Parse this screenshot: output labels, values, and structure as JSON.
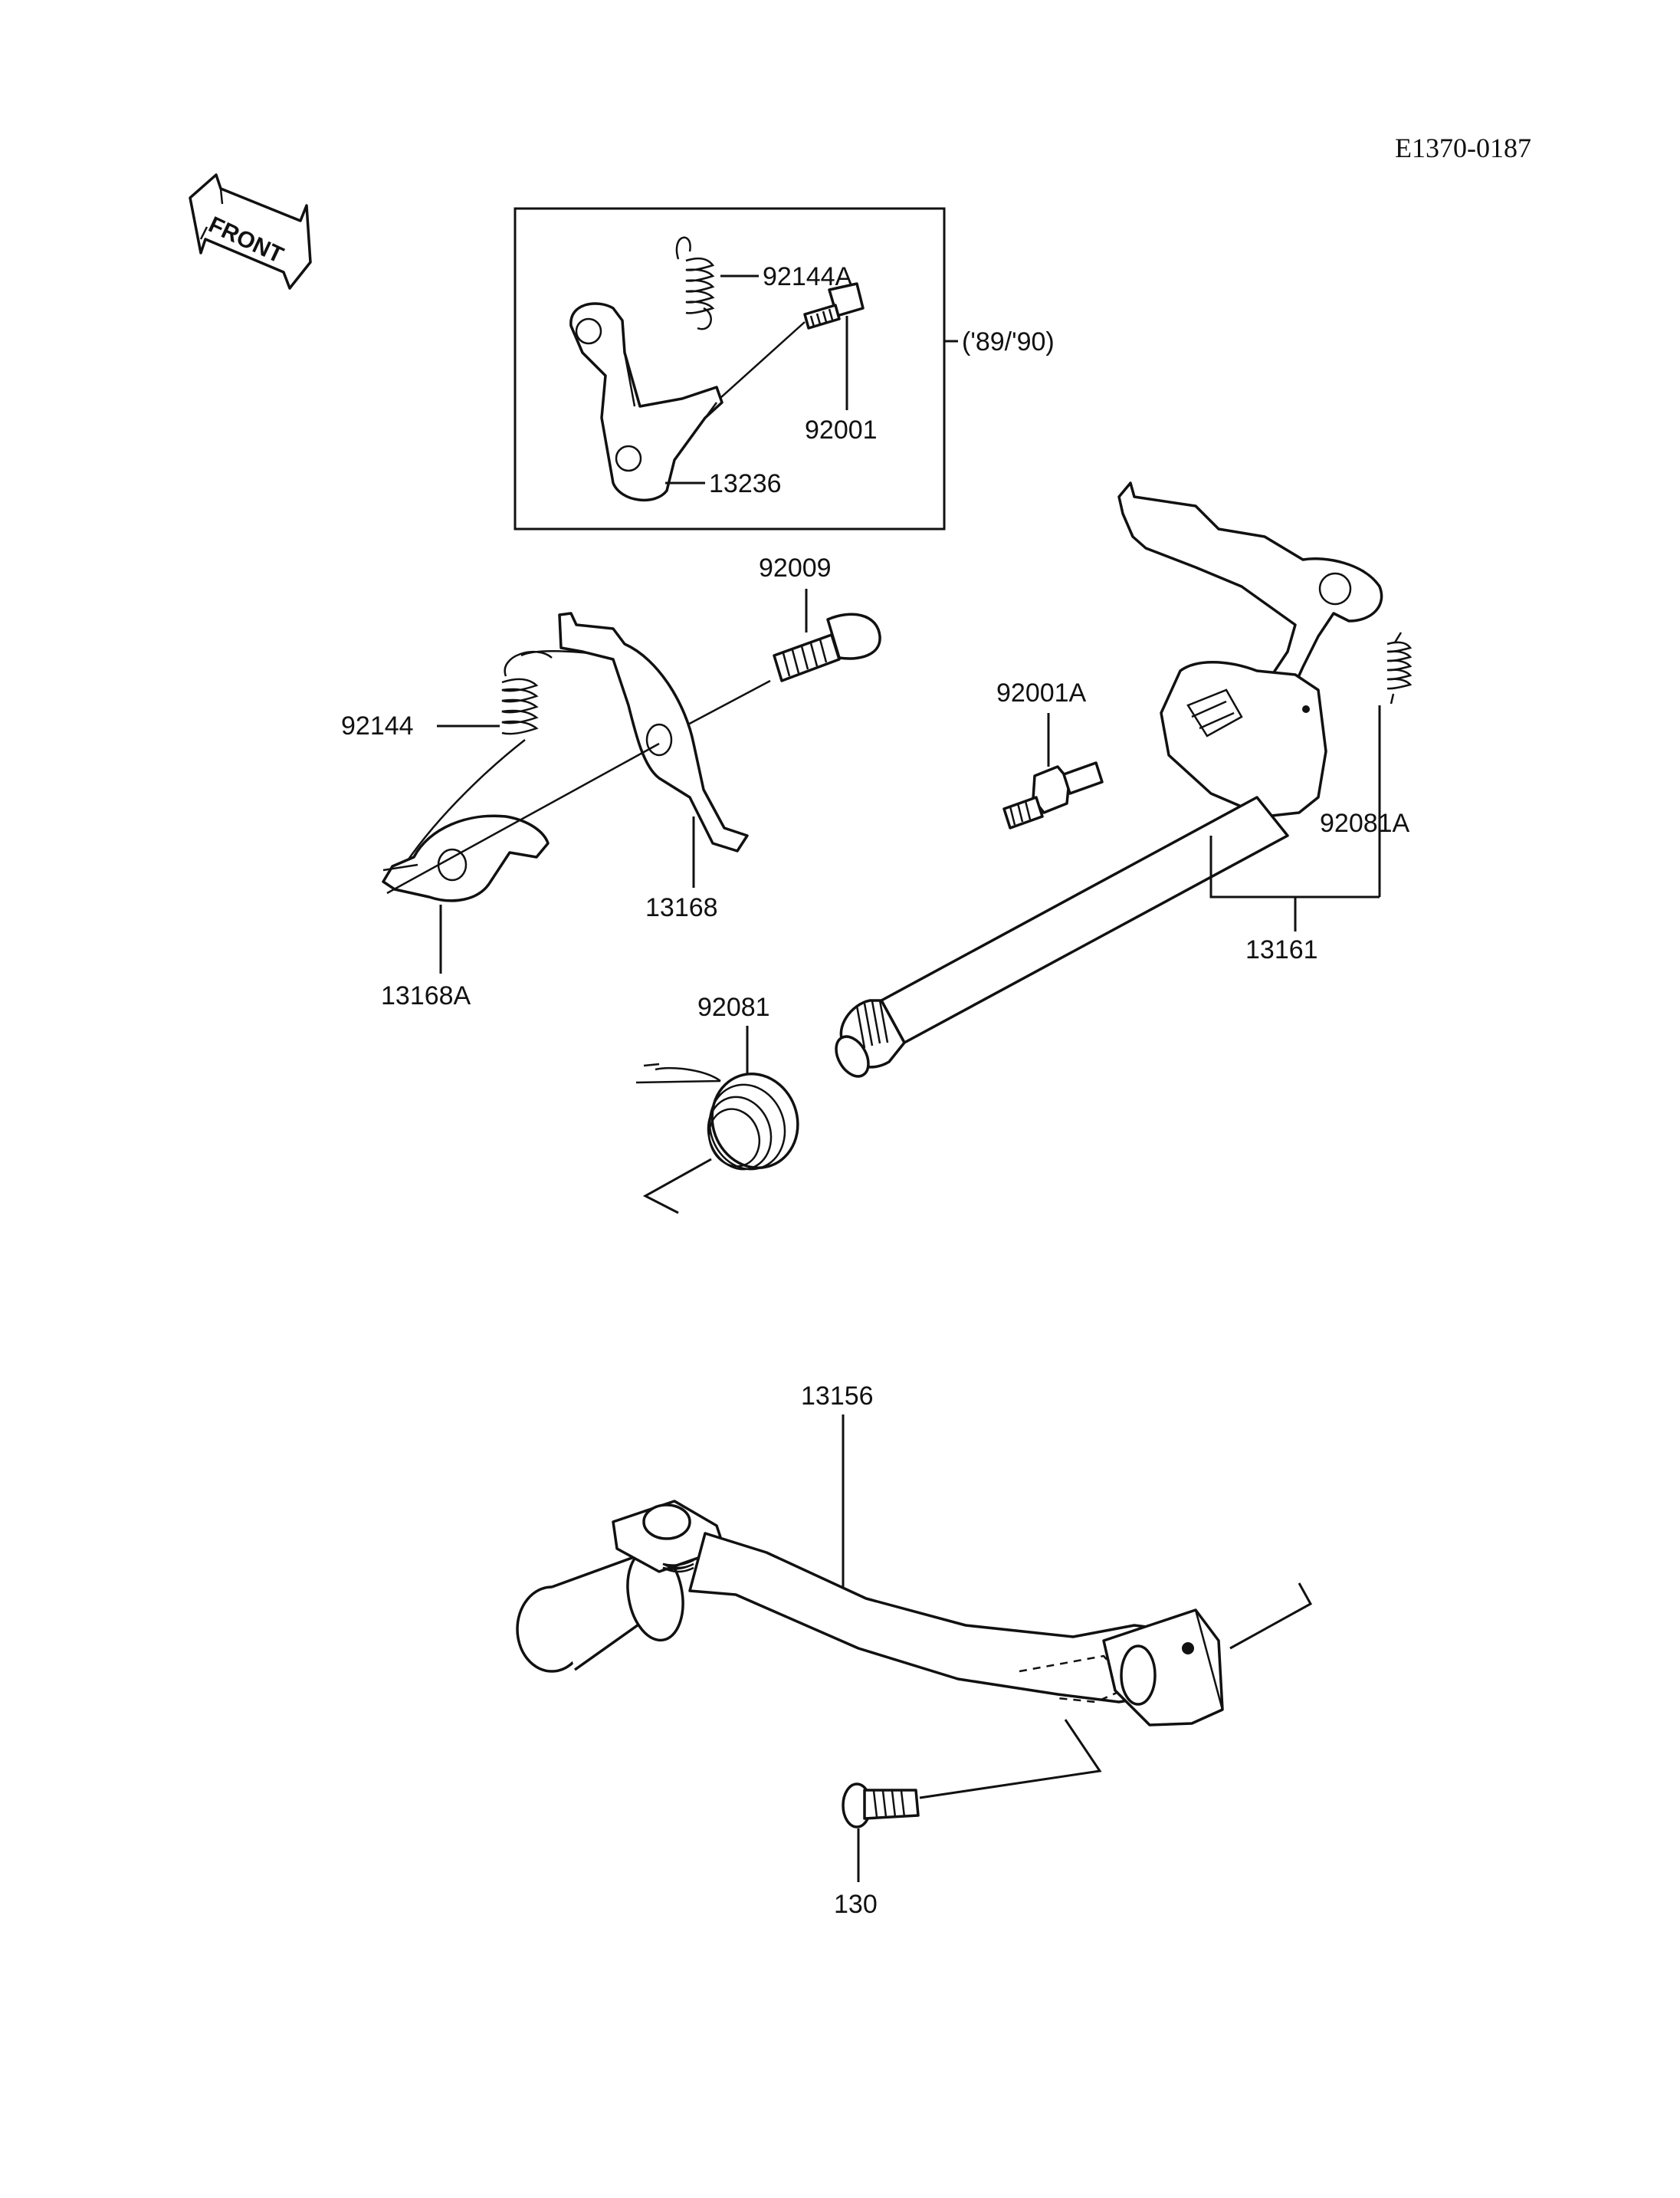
{
  "diagram_code": "E1370-0187",
  "front_arrow_label": "FRONT",
  "inset": {
    "year_note": "('89/'90)",
    "parts": [
      "92144A",
      "92001",
      "13236"
    ]
  },
  "part_labels": {
    "p92009": "92009",
    "p92144": "92144",
    "p13168": "13168",
    "p13168A": "13168A",
    "p92001A": "92001A",
    "p92081A": "92081A",
    "p13161": "13161",
    "p92081": "92081",
    "p13156": "13156",
    "p130": "130"
  }
}
